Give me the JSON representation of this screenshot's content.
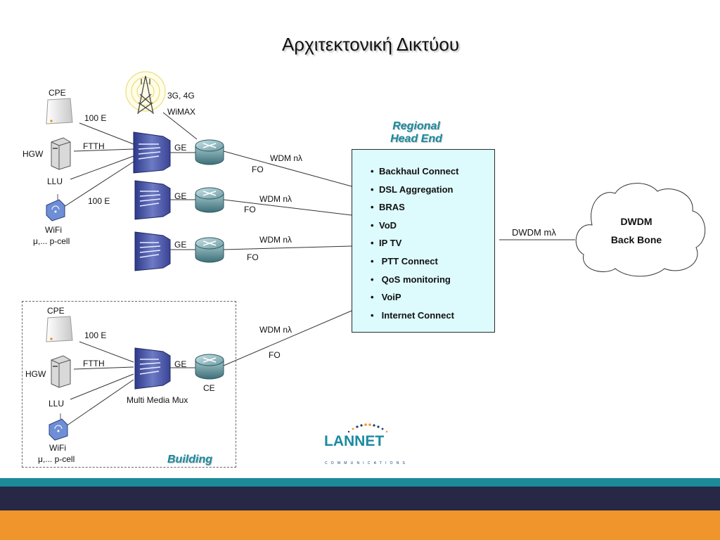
{
  "title": "Αρχιτεκτονική Δικτύου",
  "regional_head_end": {
    "title_line1": "Regional",
    "title_line2": "Head End",
    "services": [
      "Backhaul Connect",
      "DSL Aggregation",
      "BRAS",
      "VoD",
      "IP TV",
      "PTT Connect",
      "QoS monitoring",
      "VoiP",
      "Internet Connect"
    ]
  },
  "cloud": {
    "line1": "DWDM",
    "line2": "Back Bone"
  },
  "links": {
    "dwdm_m": "DWDM  mλ",
    "wdm_n": "WDM  nλ",
    "wdm_n_building": "WDM nλ",
    "fo": "FO",
    "ge": "GE"
  },
  "top_site": {
    "cpe": "CPE",
    "hgw": "HGW",
    "llu": "LLU",
    "wifi": "WiFi",
    "cell": "μ,...  p-cell",
    "e100": "100 E",
    "ftth": "FTTH",
    "tower1": "3G, 4G",
    "tower2": "WiMAX"
  },
  "building": {
    "cpe": "CPE",
    "hgw": "HGW",
    "llu": "LLU",
    "wifi": "WiFi",
    "cell": "μ,...  p-cell",
    "e100": "100 E",
    "ftth": "FTTH",
    "ce": "CE",
    "mux": "Multi Media Mux",
    "label": "Building"
  },
  "logo": {
    "name": "LANNET",
    "sub": "COMMUNICATIONS"
  },
  "colors": {
    "teal": "#1b8a99",
    "navy": "#262846",
    "orange": "#f0952c",
    "box_fill": "#ddfafd"
  }
}
